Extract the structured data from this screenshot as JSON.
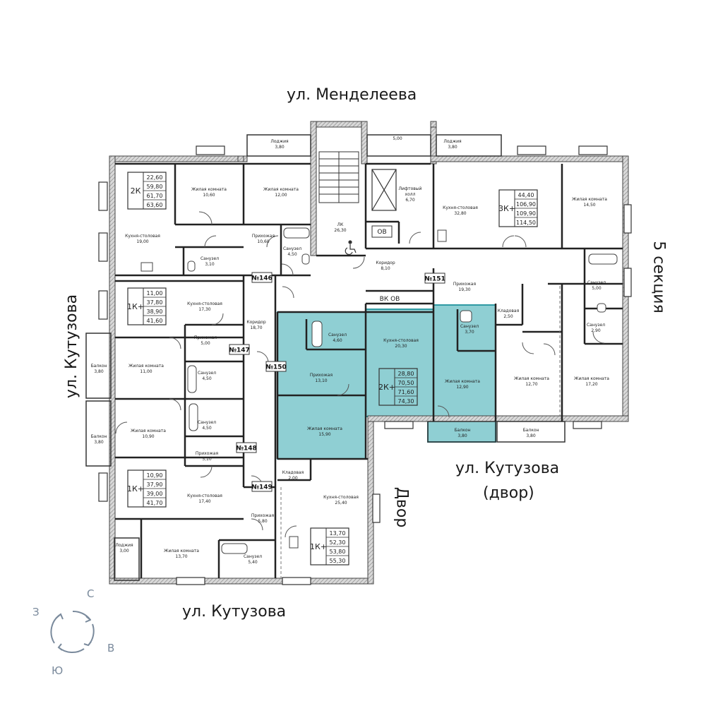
{
  "streets": {
    "north": "ул. Менделеева",
    "west": "ул. Кутузова",
    "south": "ул. Кутузова",
    "yard_line1": "ул. Кутузова",
    "yard_line2": "(двор)",
    "dvor": "Двор",
    "section5": "5 секция"
  },
  "compass": {
    "n": "С",
    "e": "В",
    "s": "Ю",
    "w": "З"
  },
  "colors": {
    "highlight": "#8fcfd3",
    "highlight_stroke": "#2f9aa3",
    "wall": "#555555",
    "line": "#222222"
  },
  "apartments": [
    {
      "no": "№146"
    },
    {
      "no": "№147"
    },
    {
      "no": "№148"
    },
    {
      "no": "№149"
    },
    {
      "no": "№150"
    },
    {
      "no": "№151"
    }
  ],
  "cards": [
    {
      "type": "2К",
      "areas": [
        "22,60",
        "59,80",
        "61,70",
        "63,60"
      ]
    },
    {
      "type": "1К+",
      "areas": [
        "11,00",
        "37,80",
        "38,90",
        "41,60"
      ]
    },
    {
      "type": "1К+",
      "areas": [
        "10,90",
        "37,90",
        "39,00",
        "41,70"
      ]
    },
    {
      "type": "1К+",
      "areas": [
        "13,70",
        "52,30",
        "53,80",
        "55,30"
      ]
    },
    {
      "type": "2К+",
      "areas": [
        "28,80",
        "70,50",
        "71,60",
        "74,30"
      ]
    },
    {
      "type": "3К+",
      "areas": [
        "44,40",
        "106,90",
        "109,90",
        "114,50"
      ]
    }
  ],
  "rooms": [
    {
      "name": "Лоджия",
      "area": "3,80"
    },
    {
      "name": "",
      "area": "5,00"
    },
    {
      "name": "Лоджия",
      "area": "3,80"
    },
    {
      "name": "Жилая комната",
      "area": "10,60"
    },
    {
      "name": "Жилая комната",
      "area": "12,00"
    },
    {
      "name": "Кухня-столовая",
      "area": "19,00"
    },
    {
      "name": "Прихожая",
      "area": "10,60"
    },
    {
      "name": "Санузел",
      "area": "4,50"
    },
    {
      "name": "Санузел",
      "area": "3,10"
    },
    {
      "name": "ЛК",
      "area": "26,30"
    },
    {
      "name": "Лифтовый холл",
      "area": "6,70"
    },
    {
      "name": "Кухня-столовая",
      "area": "32,80"
    },
    {
      "name": "Жилая комната",
      "area": "14,50"
    },
    {
      "name": "Коридор",
      "area": "8,10"
    },
    {
      "name": "Прихожая",
      "area": "19,30"
    },
    {
      "name": "Санузел",
      "area": "5,00"
    },
    {
      "name": "Санузел",
      "area": "2,90"
    },
    {
      "name": "Кухня-столовая",
      "area": "17,30"
    },
    {
      "name": "Коридор",
      "area": "18,70"
    },
    {
      "name": "Прихожая",
      "area": "5,00"
    },
    {
      "name": "Балкон",
      "area": "3,80"
    },
    {
      "name": "Жилая комната",
      "area": "11,00"
    },
    {
      "name": "Санузел",
      "area": "4,50"
    },
    {
      "name": "Санузел",
      "area": "4,50"
    },
    {
      "name": "Балкон",
      "area": "3,80"
    },
    {
      "name": "Жилая комната",
      "area": "10,90"
    },
    {
      "name": "Прихожая",
      "area": "5,10"
    },
    {
      "name": "Кухня-столовая",
      "area": "17,40"
    },
    {
      "name": "Санузел",
      "area": "4,60"
    },
    {
      "name": "Кухня-столовая",
      "area": "20,30"
    },
    {
      "name": "Санузел",
      "area": "3,70"
    },
    {
      "name": "Кладовая",
      "area": "2,50"
    },
    {
      "name": "Прихожая",
      "area": "13,10"
    },
    {
      "name": "Жилая комната",
      "area": "12,90"
    },
    {
      "name": "Жилая комната",
      "area": "12,70"
    },
    {
      "name": "Жилая комната",
      "area": "17,20"
    },
    {
      "name": "Жилая комната",
      "area": "15,90"
    },
    {
      "name": "Балкон",
      "area": "3,80"
    },
    {
      "name": "Балкон",
      "area": "3,80"
    },
    {
      "name": "Кладовая",
      "area": "2,00"
    },
    {
      "name": "Кухня-столовая",
      "area": "25,40"
    },
    {
      "name": "Прихожая",
      "area": "5,80"
    },
    {
      "name": "Лоджия",
      "area": "3,00"
    },
    {
      "name": "Жилая комната",
      "area": "13,70"
    },
    {
      "name": "Санузел",
      "area": "5,40"
    }
  ],
  "labels": {
    "ob": "ОВ",
    "vk_ob": "ВК  ОВ"
  }
}
